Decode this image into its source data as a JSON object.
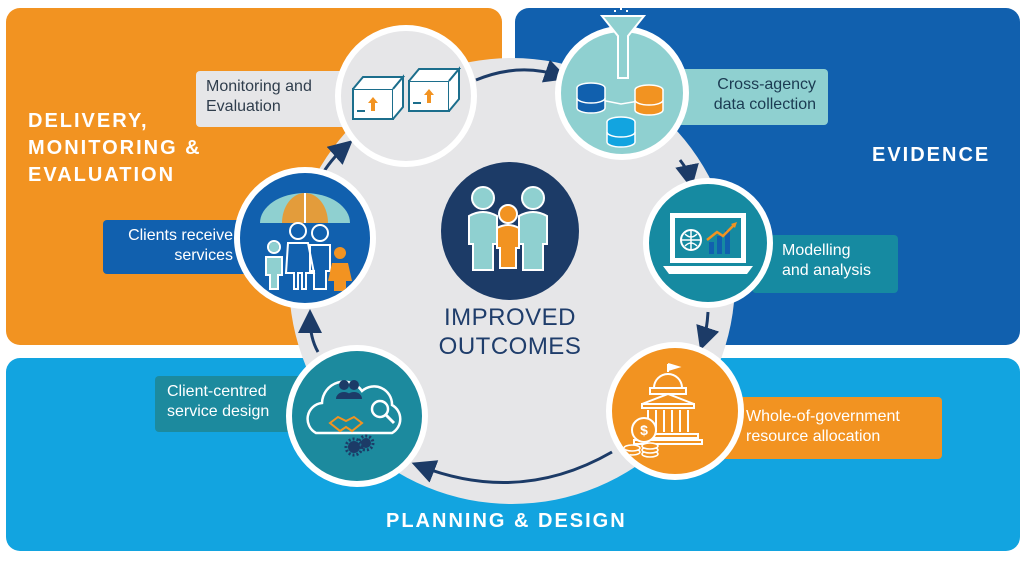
{
  "sections": {
    "delivery": "DELIVERY,\nMONITORING &\nEVALUATION",
    "delivery_lines": [
      "DELIVERY,",
      "MONITORING &",
      "EVALUATION"
    ],
    "evidence": "EVIDENCE",
    "planning": "PLANNING & DESIGN"
  },
  "center": {
    "lines": [
      "IMPROVED",
      "OUTCOMES"
    ],
    "icon": "family-icon"
  },
  "steps": [
    {
      "id": "monitoring",
      "lines": [
        "Monitoring and",
        "Evaluation"
      ],
      "icon": "boxes-icon"
    },
    {
      "id": "crossagency",
      "lines": [
        "Cross-agency",
        "data collection"
      ],
      "icon": "database-funnel-icon"
    },
    {
      "id": "modelling",
      "lines": [
        "Modelling",
        "and analysis"
      ],
      "icon": "laptop-chart-icon"
    },
    {
      "id": "whole",
      "lines": [
        "Whole-of-government",
        "resource allocation"
      ],
      "icon": "government-building-money-icon"
    },
    {
      "id": "design",
      "lines": [
        "Client-centred",
        "service design"
      ],
      "icon": "cloud-ideas-icon"
    },
    {
      "id": "clients",
      "lines": [
        "Clients receive",
        "services"
      ],
      "icon": "family-umbrella-icon"
    }
  ],
  "colors": {
    "orange": "#f29321",
    "navy": "#1160ae",
    "sky": "#12a4e0",
    "teal": "#168aa1",
    "light_teal": "#8fd0d0",
    "grey": "#e6e6e8",
    "dark_navy": "#1c3b67"
  }
}
